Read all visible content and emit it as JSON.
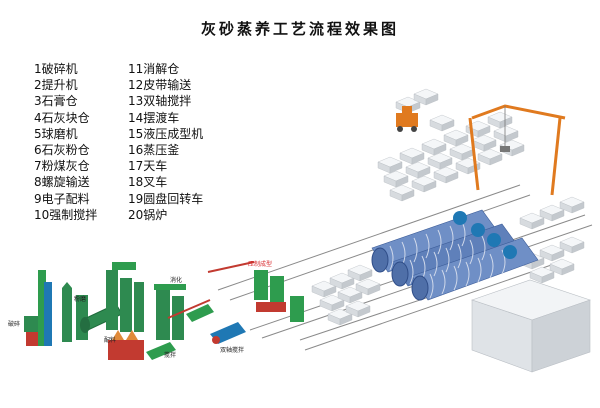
{
  "title": "灰砂蒸养工艺流程效果图",
  "legend": [
    "1破碎机",
    "11消解仓",
    "2提升机",
    "12皮带输送",
    "3石膏仓",
    "13双轴搅拌",
    "4石灰块仓",
    "14摆渡车",
    "5球磨机",
    "15液压成型机",
    "6石灰粉仓",
    "16蒸压釜",
    "7粉煤灰仓",
    "17天车",
    "8螺旋输送",
    "18叉车",
    "9电子配料",
    "19圆盘回转车",
    "10强制搅拌",
    "20锅炉"
  ],
  "labels": {
    "crusher": "破碎",
    "mill": "粉磨",
    "batching": "配料",
    "slaking": "消化",
    "mixing": "搅拌",
    "press": "压制成型",
    "biaxial_mixing": "双轴搅拌"
  },
  "colors": {
    "silo": "#2e8a50",
    "frame": "#2e9c4e",
    "rail": "#7a7a7a",
    "gantry": "#e07a1f",
    "autoclave": "#4f6fa8",
    "ball": "#1f78b4",
    "block": "#dfe4e8",
    "conveyor_red": "#c23a30",
    "press_label": "#d8262b"
  }
}
